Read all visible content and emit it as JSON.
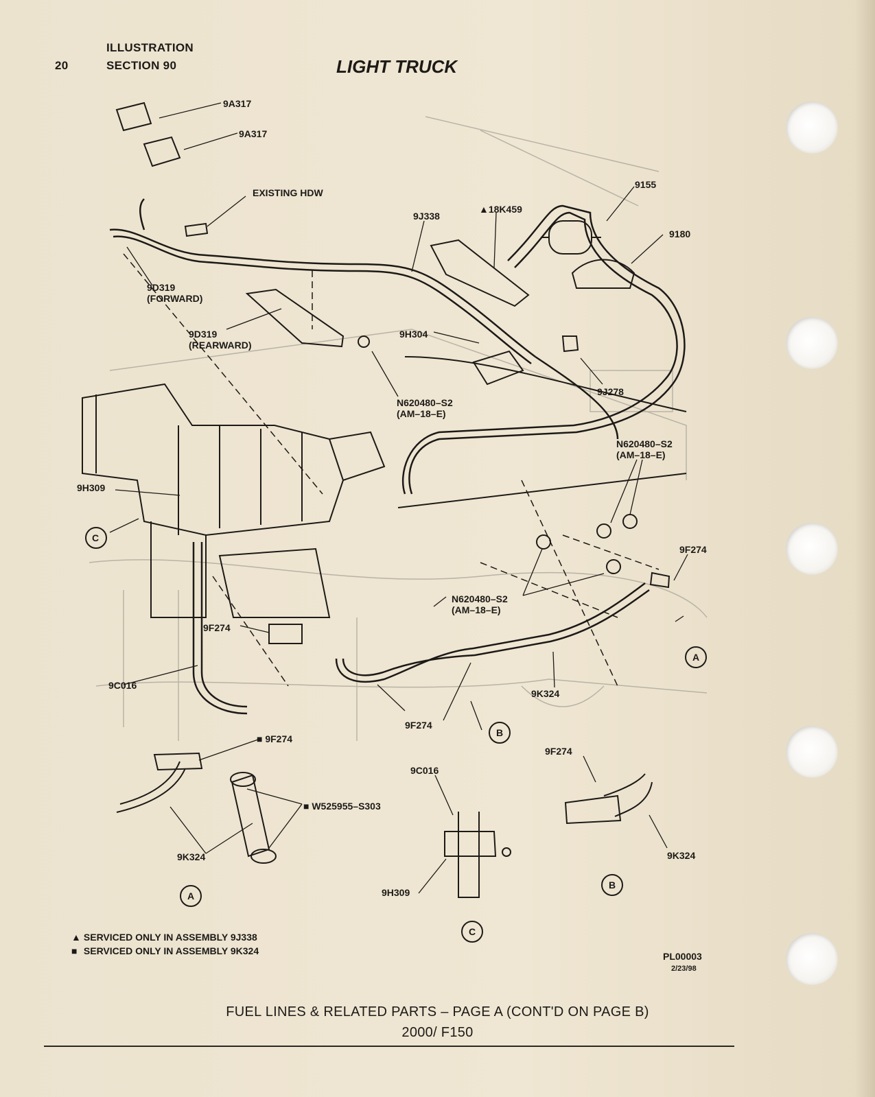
{
  "header": {
    "page_number": "20",
    "section_line1": "ILLUSTRATION",
    "section_line2": "SECTION 90",
    "title": "LIGHT TRUCK"
  },
  "callouts": {
    "c_9a317_a": "9A317",
    "c_9a317_b": "9A317",
    "c_existing_hdw": "EXISTING HDW",
    "c_9j338": "9J338",
    "c_18k459": "▲18K459",
    "c_9155": "9155",
    "c_9180": "9180",
    "c_9d319_fwd_1": "9D319",
    "c_9d319_fwd_2": "(FORWARD)",
    "c_9d319_rear_1": "9D319",
    "c_9d319_rear_2": "(REARWARD)",
    "c_9h304": "9H304",
    "c_9j278": "9J278",
    "c_n620_a_1": "N620480–S2",
    "c_n620_a_2": "(AM–18–E)",
    "c_n620_b_1": "N620480–S2",
    "c_n620_b_2": "(AM–18–E)",
    "c_n620_c_1": "N620480–S2",
    "c_n620_c_2": "(AM–18–E)",
    "c_9h309_main": "9H309",
    "c_9f274_right": "9F274",
    "c_9f274_mid": "9F274",
    "c_9c016_main": "9C016",
    "c_9k324_main": "9K324",
    "c_9f274_bottom": "9F274",
    "c_9f274_sq": "■ 9F274",
    "c_w525955": "■ W525955–S303",
    "c_9k324_detail_a": "9K324",
    "c_9c016_detail": "9C016",
    "c_9h309_detail": "9H309",
    "c_9f274_detail_b": "9F274",
    "c_9k324_detail_b": "9K324",
    "circ_c": "C",
    "circ_a": "A",
    "circ_b": "B",
    "circ_a_detail": "A",
    "circ_b_detail": "B",
    "circ_c_detail": "C"
  },
  "legend": {
    "line1_marker": "▲",
    "line1_text": "SERVICED ONLY IN ASSEMBLY 9J338",
    "line2_marker": "■",
    "line2_text": "SERVICED ONLY IN ASSEMBLY 9K324"
  },
  "reference": {
    "code": "PL00003",
    "date": "2/23/98"
  },
  "footer": {
    "caption": "FUEL LINES & RELATED PARTS – PAGE A (CONT'D ON PAGE B)",
    "model": "2000/ F150"
  }
}
